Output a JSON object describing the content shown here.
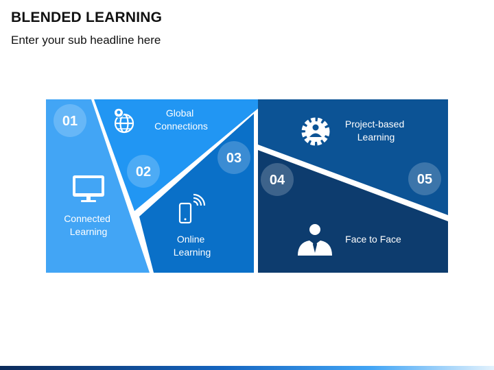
{
  "title": "BLENDED LEARNING",
  "subtitle": "Enter your sub headline here",
  "segments": [
    {
      "number": "01",
      "label_lines": [
        "Connected",
        "Learning"
      ],
      "icon": "monitor-icon",
      "color": "#42a5f5"
    },
    {
      "number": "02",
      "label_lines": [
        "Global",
        "Connections"
      ],
      "icon": "globe-pin-icon",
      "color": "#2196f3"
    },
    {
      "number": "03",
      "label_lines": [
        "Online",
        "Learning"
      ],
      "icon": "smartphone-wifi-icon",
      "color": "#0a70c8"
    },
    {
      "number": "04",
      "label_lines": [
        "Face to Face"
      ],
      "icon": "businessman-icon",
      "color": "#0d3c6e"
    },
    {
      "number": "05",
      "label_lines": [
        "Project-based",
        "Learning"
      ],
      "icon": "gear-person-icon",
      "color": "#0c5395"
    }
  ],
  "colors": {
    "text_dark": "#111111",
    "footer_dark": "#0b2a5a",
    "footer_light": "#42a5f5"
  }
}
